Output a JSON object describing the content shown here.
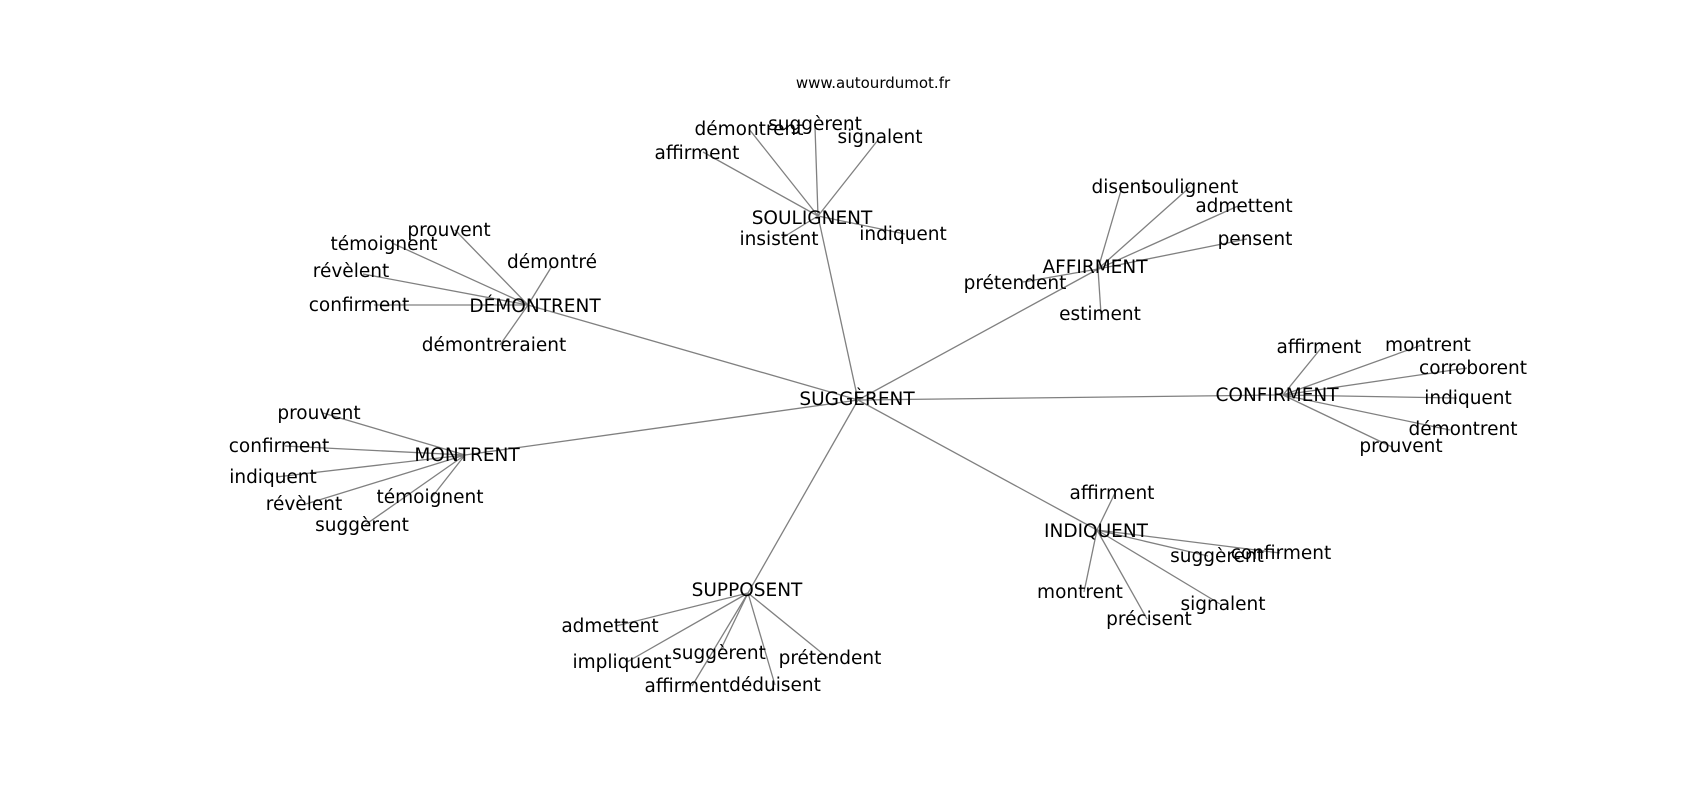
{
  "source": "www.autourdumot.fr",
  "root": "SUGGÈRENT",
  "clusters": [
    {
      "hub": "SOULIGNENT",
      "leaves": [
        "affirment",
        "démontrent",
        "suggèrent",
        "signalent",
        "insistent",
        "indiquent"
      ]
    },
    {
      "hub": "AFFIRMENT",
      "leaves": [
        "disent",
        "soulignent",
        "admettent",
        "pensent",
        "prétendent",
        "estiment"
      ]
    },
    {
      "hub": "DÉMONTRENT",
      "leaves": [
        "prouvent",
        "témoignent",
        "démontré",
        "révèlent",
        "confirment",
        "démontreraient"
      ]
    },
    {
      "hub": "CONFIRMENT",
      "leaves": [
        "affirment",
        "montrent",
        "corroborent",
        "indiquent",
        "démontrent",
        "prouvent"
      ]
    },
    {
      "hub": "MONTRENT",
      "leaves": [
        "prouvent",
        "confirment",
        "indiquent",
        "révèlent",
        "témoignent",
        "suggèrent"
      ]
    },
    {
      "hub": "INDIQUENT",
      "leaves": [
        "affirment",
        "suggèrent",
        "confirment",
        "montrent",
        "signalent",
        "précisent"
      ]
    },
    {
      "hub": "SUPPOSENT",
      "leaves": [
        "admettent",
        "impliquent",
        "suggèrent",
        "prétendent",
        "affirment",
        "déduisent"
      ]
    }
  ]
}
